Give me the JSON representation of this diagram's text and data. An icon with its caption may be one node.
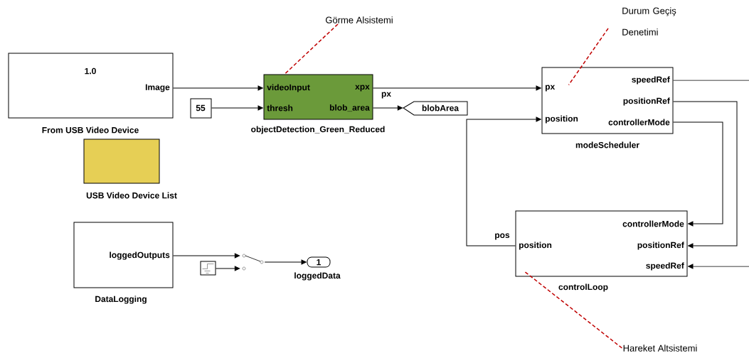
{
  "diagram": {
    "nodes": [
      {
        "text": [
          "1.0",
          "Image",
          "From USB Video Device"
        ]
      },
      {
        "text": [
          "USB Video Device List"
        ]
      },
      {
        "text": [
          "55"
        ]
      },
      {
        "text": [
          "videoInput",
          "thresh",
          "xpx",
          "blob_area",
          "objectDetection_Green_Reduced"
        ]
      },
      {
        "text": [
          "blobArea"
        ]
      },
      {
        "text": [
          "px",
          "position",
          "speedRef",
          "positionRef",
          "controllerMode",
          "modeScheduler"
        ]
      },
      {
        "text": [
          "loggedOutputs",
          "DataLogging"
        ]
      },
      {
        "text": [],
        "shape": "box"
      },
      {
        "text": [],
        "shape": "switch"
      },
      {
        "text": [
          "1",
          "loggedData"
        ]
      },
      {
        "text": [
          "controllerMode",
          "positionRef",
          "speedRef",
          "position",
          "controlLoop"
        ]
      },
      {
        "text": [
          "Görme Alsistemi"
        ]
      },
      {
        "text": [
          "Durum Geçiş Denetimi"
        ]
      },
      {
        "text": [
          "Hareket Altsistemi"
        ]
      }
    ],
    "edges": [
      {
        "from": 0,
        "to": 3,
        "arrow": "to"
      },
      {
        "from": 2,
        "to": 3,
        "arrow": "to"
      },
      {
        "from": 3,
        "to": 5,
        "arrow": "to"
      },
      {
        "from": 3,
        "to": 4,
        "arrow": "to",
        "label": "px"
      },
      {
        "from": 10,
        "to": 5,
        "arrow": "to",
        "label": "pos"
      },
      {
        "from": 5,
        "to": 10,
        "arrow": "to"
      },
      {
        "from": 5,
        "to": 10,
        "arrow": "to"
      },
      {
        "from": 5,
        "to": null,
        "arrow": "none"
      },
      {
        "from": null,
        "to": 10,
        "arrow": "to"
      },
      {
        "from": 6,
        "to": 8,
        "arrow": "to"
      },
      {
        "from": 7,
        "to": 8,
        "arrow": "to"
      },
      {
        "from": 8,
        "to": 9,
        "arrow": "to"
      },
      {
        "from": 11,
        "to": 3,
        "arrow": "none",
        "style": "dashed",
        "color": "#c00000"
      },
      {
        "from": 12,
        "to": 5,
        "arrow": "none",
        "style": "dashed",
        "color": "#c00000"
      },
      {
        "from": 13,
        "to": 10,
        "arrow": "none",
        "style": "dashed",
        "color": "#c00000"
      }
    ]
  }
}
